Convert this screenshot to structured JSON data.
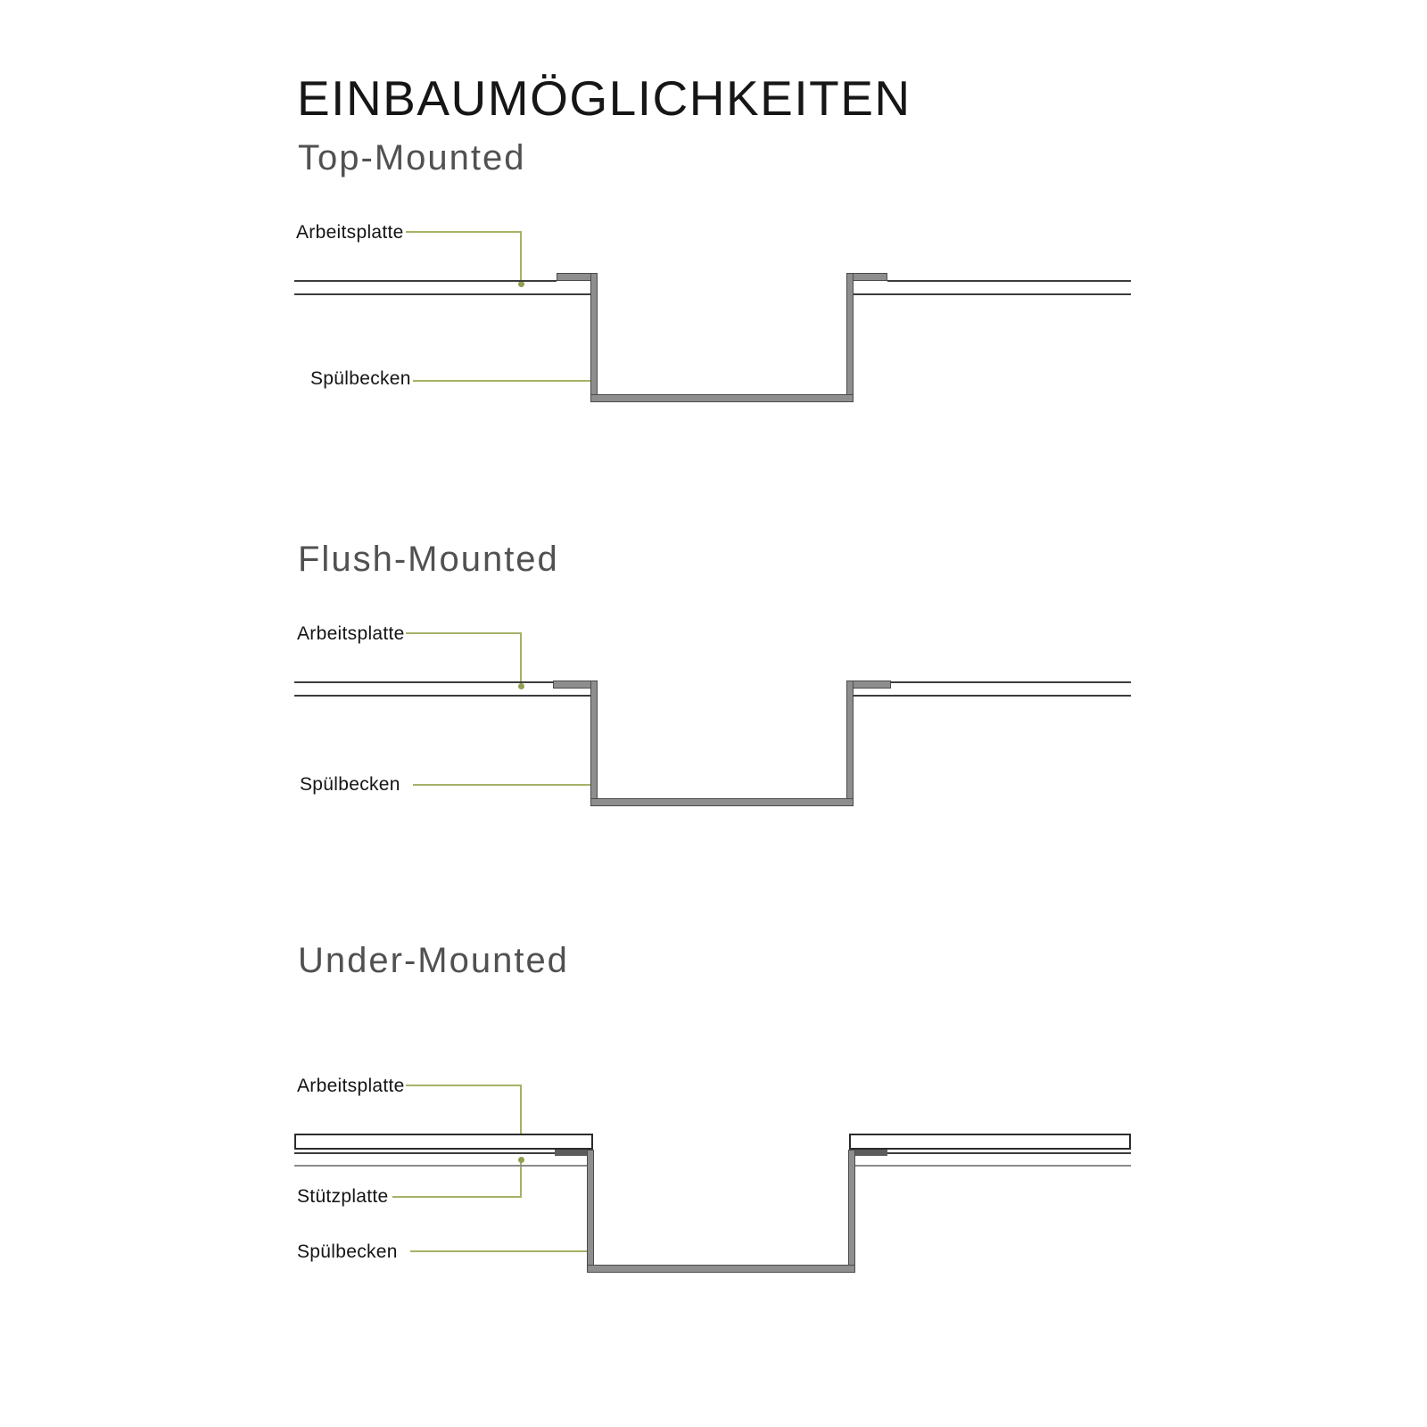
{
  "title": "EINBAUMÖGLICHKEITEN",
  "colors": {
    "leader_green": "#a4b266",
    "leader_dot": "#8fa052",
    "sink_gray": "#8e8e8e",
    "sink_outline": "#4b4b4b",
    "flange_dark": "#5c5c5c",
    "counter_line": "#3c3c3c",
    "support_plate_line_gray": "#8a8a8a",
    "title_color": "#161616",
    "heading_color": "#515151"
  },
  "diagrams": [
    {
      "heading": "Top-Mounted",
      "labels": [
        {
          "text": "Arbeitsplatte"
        },
        {
          "text": "Spülbecken"
        }
      ]
    },
    {
      "heading": "Flush-Mounted",
      "labels": [
        {
          "text": "Arbeitsplatte"
        },
        {
          "text": "Spülbecken"
        }
      ]
    },
    {
      "heading": "Under-Mounted",
      "labels": [
        {
          "text": "Arbeitsplatte"
        },
        {
          "text": "Stützplatte"
        },
        {
          "text": "Spülbecken"
        }
      ]
    }
  ]
}
